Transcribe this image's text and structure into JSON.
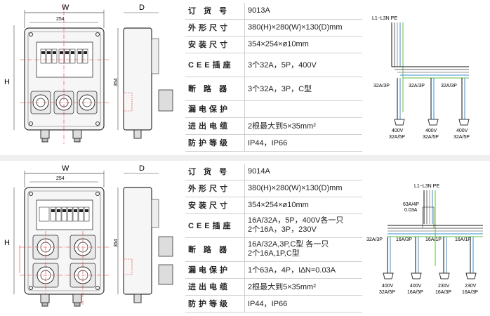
{
  "panels": [
    {
      "drawing": {
        "w": "W",
        "dim_w": "254",
        "h": "H",
        "dim_h": "354",
        "d": "D"
      },
      "specs": [
        {
          "label": "订 货 号",
          "value": "9013A"
        },
        {
          "label": "外形尺寸",
          "value": "380(H)×280(W)×130(D)mm"
        },
        {
          "label": "安装尺寸",
          "value": "354×254×ø10mm"
        },
        {
          "label": "CEE插座",
          "value": "3个32A，5P，400V"
        },
        {
          "label": "断 路 器",
          "value": "3个32A，3P，C型"
        },
        {
          "label": "漏电保护",
          "value": ""
        },
        {
          "label": "进出电缆",
          "value": "2根最大到5×35mm²"
        },
        {
          "label": "防护等级",
          "value": "IP44，IP66"
        }
      ],
      "wiring": {
        "supply": "L1~L3N PE",
        "breakers": [
          "32A/3P",
          "32A/3P",
          "32A/3P"
        ],
        "outlets": [
          {
            "voltage": "400V",
            "rating": "32A/5P"
          },
          {
            "voltage": "400V",
            "rating": "32A/5P"
          },
          {
            "voltage": "400V",
            "rating": "32A/5P"
          }
        ]
      }
    },
    {
      "drawing": {
        "w": "W",
        "dim_w": "254",
        "h": "H",
        "dim_h": "354",
        "d": "D"
      },
      "specs": [
        {
          "label": "订 货 号",
          "value": "9014A"
        },
        {
          "label": "外形尺寸",
          "value": "380(H)×280(W)×130(D)mm"
        },
        {
          "label": "安装尺寸",
          "value": "354×254×ø10mm"
        },
        {
          "label": "CEE插座",
          "value": "16A/32A，5P，400V各一只",
          "value2": "2个16A，3P，230V"
        },
        {
          "label": "断 路 器",
          "value": "16A/32A,3P,C型 各一只",
          "value2": "2个16A,1P,C型"
        },
        {
          "label": "漏电保护",
          "value": "1个63A，4P，I∆N=0.03A"
        },
        {
          "label": "进出电缆",
          "value": "2根最大到5×35mm²"
        },
        {
          "label": "防护等级",
          "value": "IP44，IP66"
        }
      ],
      "wiring": {
        "supply": "L1~L3N PE",
        "rcd": "63A/4P",
        "rcd_trip": "0.03A",
        "breakers": [
          "32A/3P",
          "16A/3P",
          "16A/1P",
          "16A/1P"
        ],
        "outlets": [
          {
            "voltage": "400V",
            "rating": "32A/5P"
          },
          {
            "voltage": "400V",
            "rating": "16A/5P"
          },
          {
            "voltage": "230V",
            "rating": "16A/3P"
          },
          {
            "voltage": "230V",
            "rating": "16A/3P"
          }
        ]
      }
    }
  ]
}
